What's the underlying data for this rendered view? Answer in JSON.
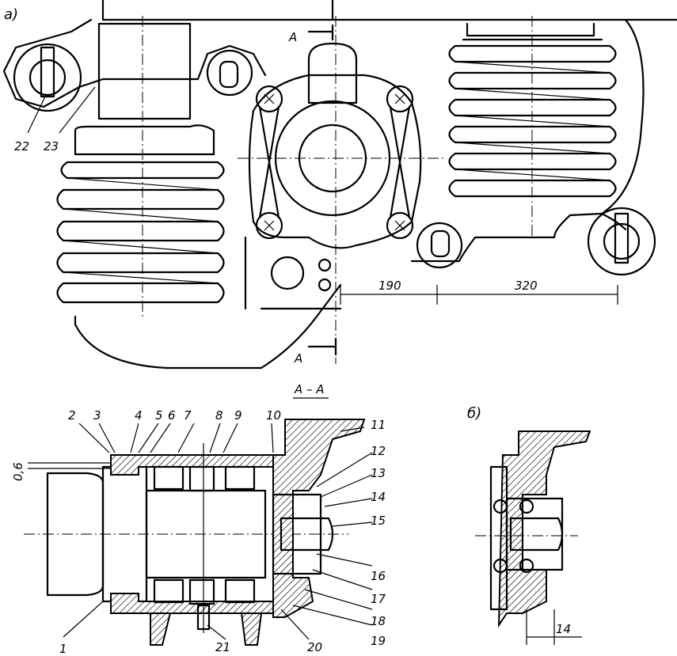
{
  "views": {
    "a": {
      "label": "а)"
    },
    "b": {
      "label": "б)"
    }
  },
  "section": {
    "marker": "А",
    "title": "А – А"
  },
  "dimensions": {
    "d190": "190",
    "d320": "320",
    "d14": "14",
    "d06": "0,6"
  },
  "callouts": {
    "c1": "1",
    "c2": "2",
    "c3": "3",
    "c4": "4",
    "c5": "5",
    "c6": "6",
    "c7": "7",
    "c8": "8",
    "c9": "9",
    "c10": "10",
    "c11": "11",
    "c12": "12",
    "c13": "13",
    "c14": "14",
    "c15": "15",
    "c16": "16",
    "c17": "17",
    "c18": "18",
    "c19": "19",
    "c20": "20",
    "c21": "21",
    "c22": "22",
    "c23": "23"
  }
}
